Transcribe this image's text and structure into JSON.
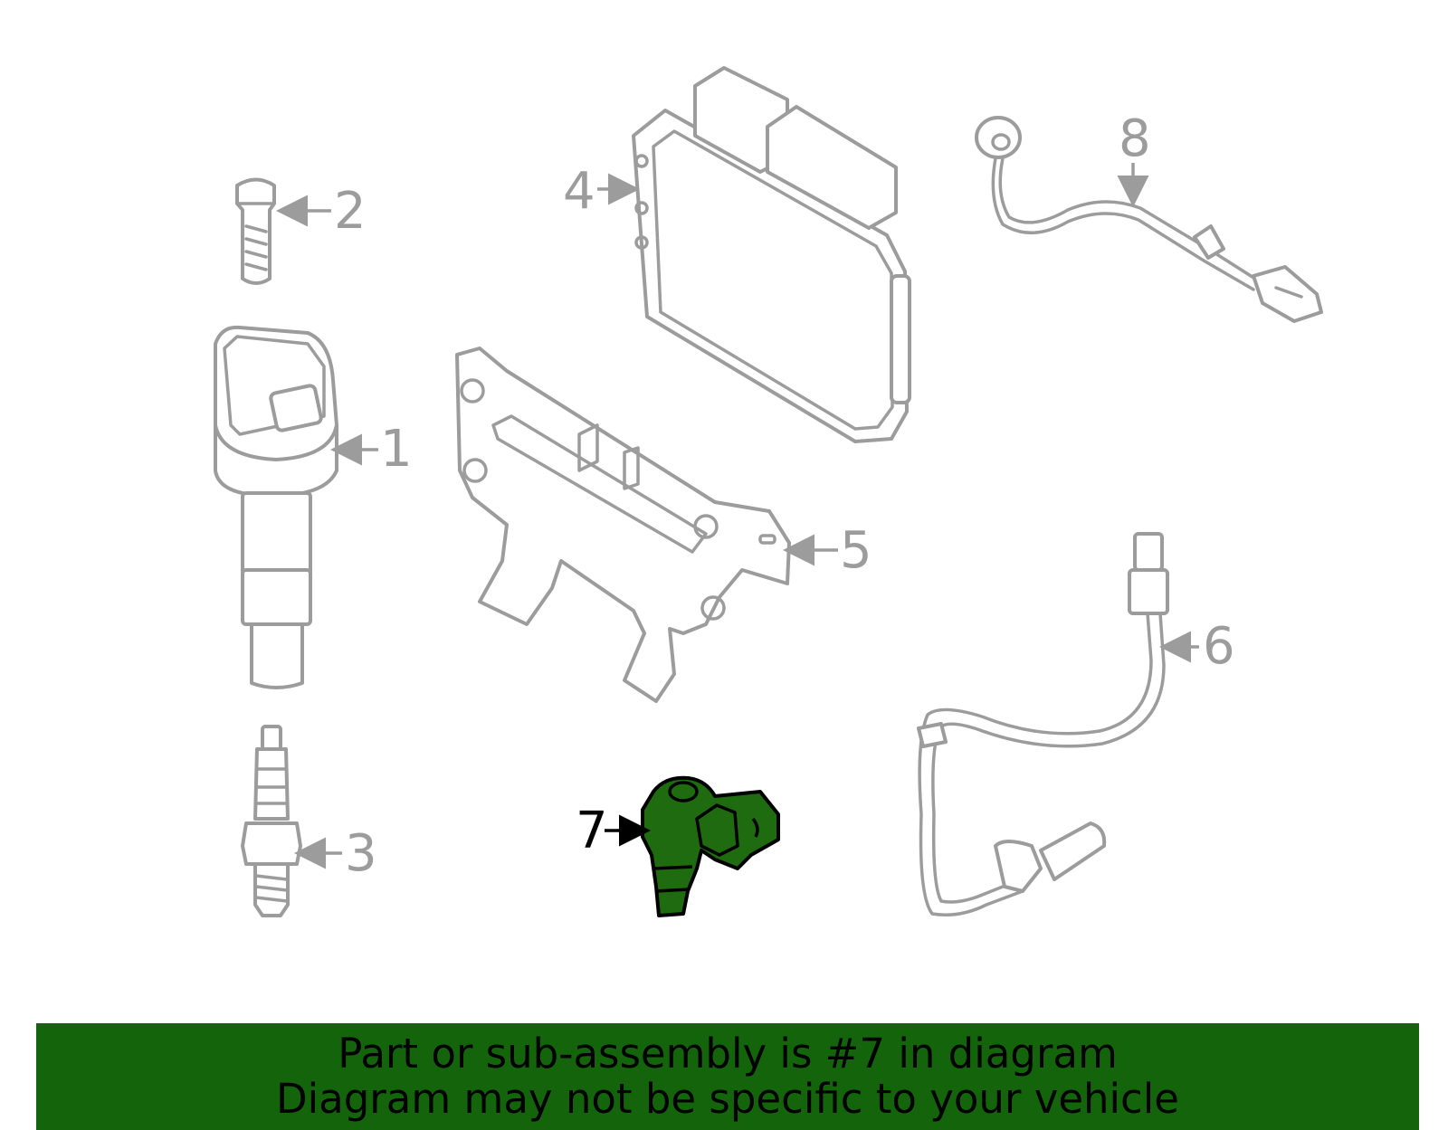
{
  "callouts": {
    "c1": "1",
    "c2": "2",
    "c3": "3",
    "c4": "4",
    "c5": "5",
    "c6": "6",
    "c7": "7",
    "c8": "8"
  },
  "highlight": {
    "part_number": "7",
    "color": "#1f6b0f"
  },
  "banner": {
    "line1": "Part or sub-assembly is #7 in diagram",
    "line2": "Diagram may not be specific to your vehicle",
    "background": "#13640a"
  }
}
